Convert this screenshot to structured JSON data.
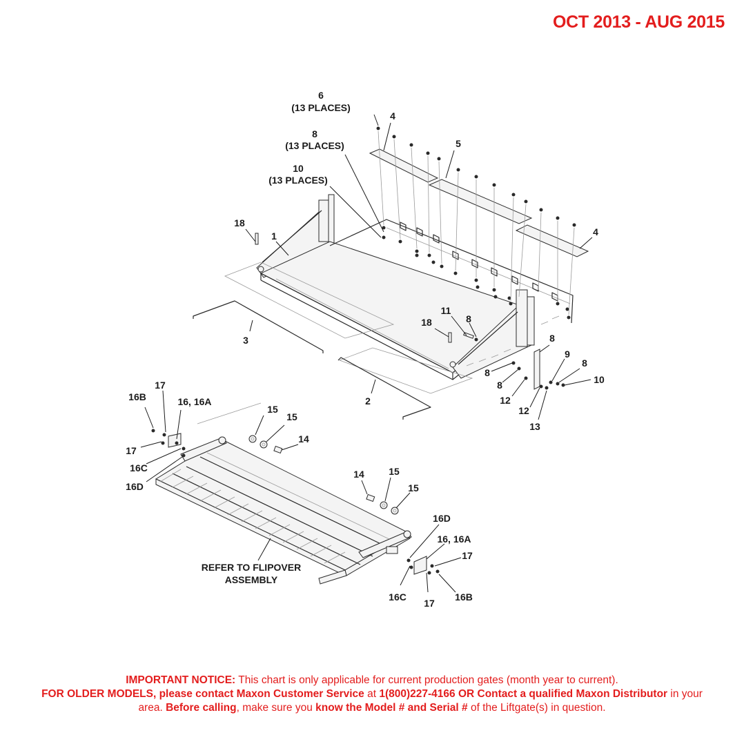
{
  "date_range": "OCT 2013 - AUG 2015",
  "callouts": [
    {
      "id": "c6",
      "lines": [
        "6",
        "(13 PLACES)"
      ]
    },
    {
      "id": "c8a",
      "lines": [
        "8",
        "(13 PLACES)"
      ]
    },
    {
      "id": "c10a",
      "lines": [
        "10",
        "(13 PLACES)"
      ]
    },
    {
      "id": "c4a",
      "lines": [
        "4"
      ]
    },
    {
      "id": "c5",
      "lines": [
        "5"
      ]
    },
    {
      "id": "c4b",
      "lines": [
        "4"
      ]
    },
    {
      "id": "c18a",
      "lines": [
        "18"
      ]
    },
    {
      "id": "c1",
      "lines": [
        "1"
      ]
    },
    {
      "id": "c3",
      "lines": [
        "3"
      ]
    },
    {
      "id": "c18b",
      "lines": [
        "18"
      ]
    },
    {
      "id": "c11",
      "lines": [
        "11"
      ]
    },
    {
      "id": "c8b",
      "lines": [
        "8"
      ]
    },
    {
      "id": "c8c",
      "lines": [
        "8"
      ]
    },
    {
      "id": "c9",
      "lines": [
        "9"
      ]
    },
    {
      "id": "c8d",
      "lines": [
        "8"
      ]
    },
    {
      "id": "c8e",
      "lines": [
        "8"
      ]
    },
    {
      "id": "c8f",
      "lines": [
        "8"
      ]
    },
    {
      "id": "c10b",
      "lines": [
        "10"
      ]
    },
    {
      "id": "c12a",
      "lines": [
        "12"
      ]
    },
    {
      "id": "c12b",
      "lines": [
        "12"
      ]
    },
    {
      "id": "c13",
      "lines": [
        "13"
      ]
    },
    {
      "id": "c2",
      "lines": [
        "2"
      ]
    },
    {
      "id": "c16Ba",
      "lines": [
        "16B"
      ]
    },
    {
      "id": "c17a",
      "lines": [
        "17"
      ]
    },
    {
      "id": "c16a",
      "lines": [
        "16, 16A"
      ]
    },
    {
      "id": "c17b",
      "lines": [
        "17"
      ]
    },
    {
      "id": "c16Ca",
      "lines": [
        "16C"
      ]
    },
    {
      "id": "c16Da",
      "lines": [
        "16D"
      ]
    },
    {
      "id": "c15a",
      "lines": [
        "15"
      ]
    },
    {
      "id": "c15b",
      "lines": [
        "15"
      ]
    },
    {
      "id": "c14a",
      "lines": [
        "14"
      ]
    },
    {
      "id": "c14b",
      "lines": [
        "14"
      ]
    },
    {
      "id": "c15c",
      "lines": [
        "15"
      ]
    },
    {
      "id": "c15d",
      "lines": [
        "15"
      ]
    },
    {
      "id": "c16Db",
      "lines": [
        "16D"
      ]
    },
    {
      "id": "c16b",
      "lines": [
        "16, 16A"
      ]
    },
    {
      "id": "c17c",
      "lines": [
        "17"
      ]
    },
    {
      "id": "c16Cb",
      "lines": [
        "16C"
      ]
    },
    {
      "id": "c17d",
      "lines": [
        "17"
      ]
    },
    {
      "id": "c16Bb",
      "lines": [
        "16B"
      ]
    },
    {
      "id": "cflip",
      "lines": [
        "REFER TO FLIPOVER",
        "ASSEMBLY"
      ]
    }
  ],
  "notice": {
    "important_label": "IMPORTANT NOTICE:",
    "important_text": " This chart is only applicable for current production gates (month year to current).",
    "older_bold": "FOR OLDER MODELS, please contact Maxon Customer Service",
    "at_text": " at ",
    "phone_bold": "1(800)227-4166 OR Contact a qualified Maxon Distributor",
    "area_text": " in your area. ",
    "before_bold": "Before calling",
    "make_text": ", make sure you ",
    "know_bold": "know the Model # and Serial #",
    "end_text": " of the Liftgate(s) in question."
  }
}
